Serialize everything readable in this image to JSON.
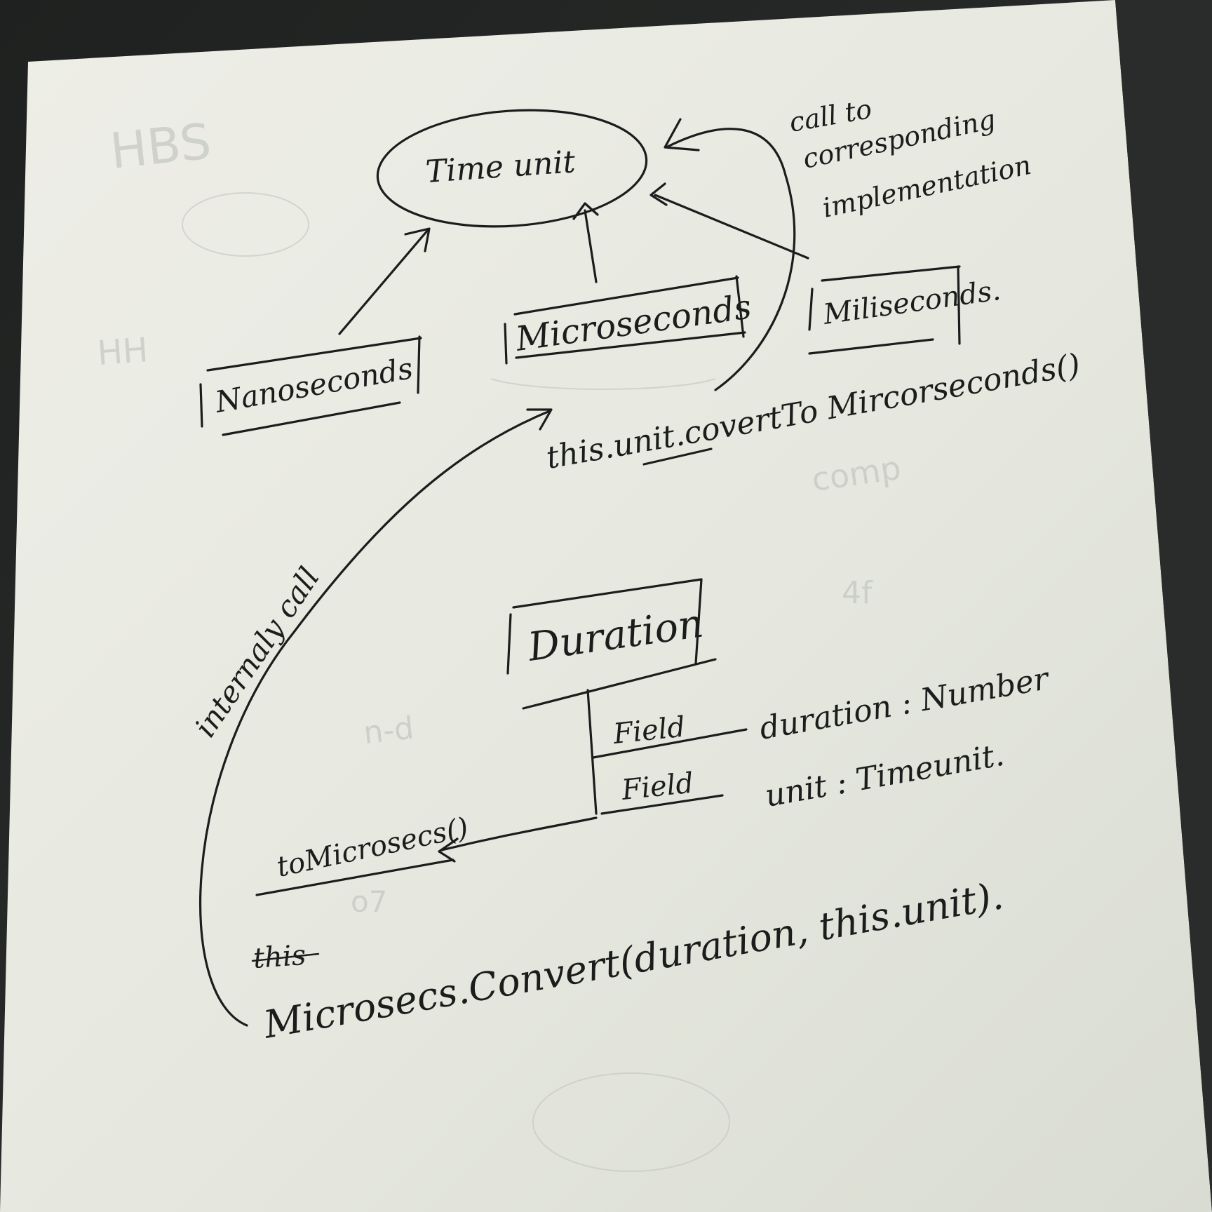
{
  "diagram": {
    "nodes": {
      "timeunit": "Time unit",
      "nanoseconds": "Nanoseconds",
      "microseconds": "Microseconds",
      "miliseconds": "Miliseconds.",
      "duration": "Duration"
    },
    "notes": {
      "call_corresponding_1": "call to",
      "call_corresponding_2": "corresponding",
      "call_corresponding_3": "implementation",
      "this_unit_call": "this.unit.covertTo Mircorseconds()",
      "internally_call": "internaly call",
      "field_label_1": "Field",
      "field_label_2": "Field",
      "field_duration": "duration : Number",
      "field_unit": "unit : Timeunit.",
      "to_microsecs": "toMicrosecs()",
      "this_struck": "this",
      "convert_call": "Microsecs.Convert(duration, this.unit)."
    }
  },
  "colors": {
    "paper": "#ecece4",
    "ink": "#1b1d1c",
    "background": "#2b2d2c"
  }
}
